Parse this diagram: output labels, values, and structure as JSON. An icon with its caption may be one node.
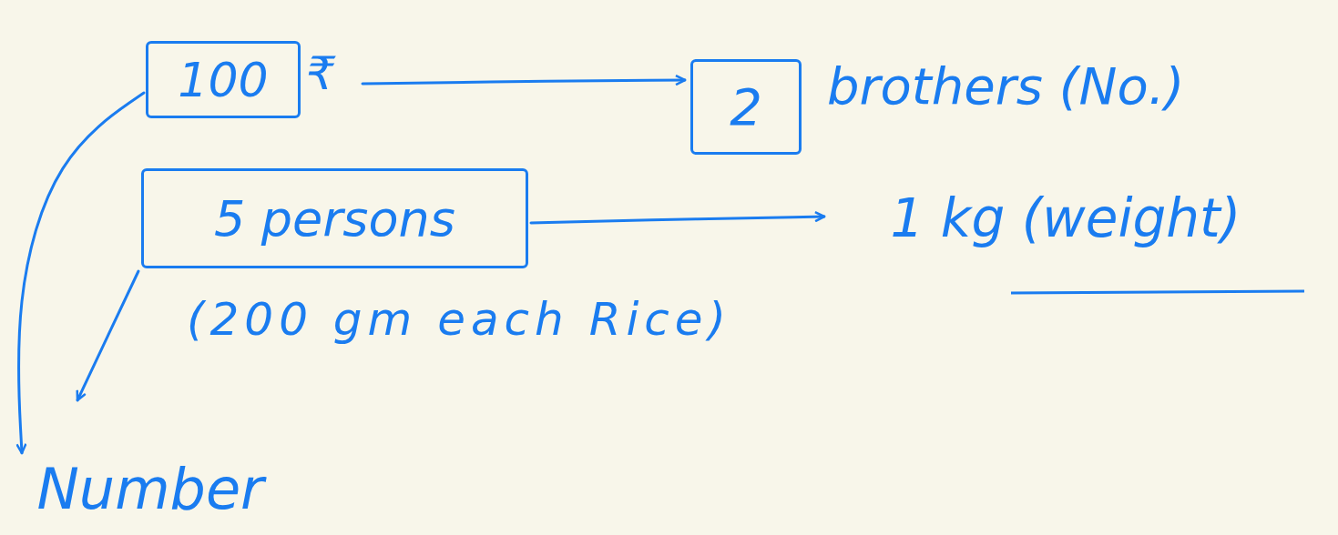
{
  "diagram": {
    "nodes": [
      {
        "text": [
          "100"
        ],
        "beside": [
          "₹"
        ]
      },
      {
        "text": [
          "2"
        ],
        "beside": [
          "brothers (No.)"
        ]
      },
      {
        "text": [
          "5 persons"
        ]
      },
      {
        "text": [
          "1 kg (weight)"
        ]
      },
      {
        "text": [
          "Number"
        ]
      }
    ],
    "edges": [
      {
        "from": 0,
        "to": 1,
        "arrow": "to"
      },
      {
        "from": 2,
        "to": 3,
        "arrow": "to"
      },
      {
        "from": 0,
        "to": 4,
        "arrow": "to"
      },
      {
        "from": 2,
        "to": null,
        "arrow": "to"
      }
    ],
    "labels": [
      "(200 gm each Rice)"
    ]
  }
}
